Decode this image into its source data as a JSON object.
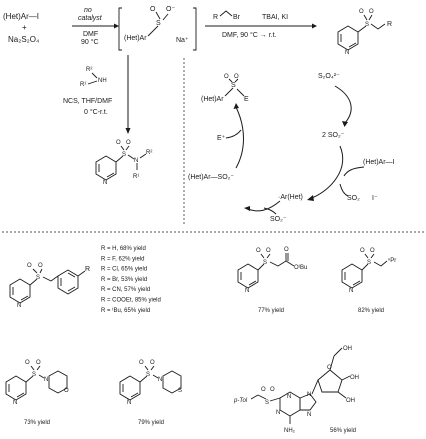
{
  "scheme": {
    "step1": {
      "reactant_a": "(Het)Ar—I",
      "plus": "+",
      "reactant_b": "Na₂S₂O₄",
      "catalyst": "no catalyst",
      "solvent": "DMF",
      "temp": "90 °C",
      "intermediate_ar": "(Het)Ar",
      "intermediate_s": "S",
      "intermediate_o": "O",
      "intermediate_ominus": "O⁻",
      "intermediate_na": "Na⁺"
    },
    "step2": {
      "reagent": "R⁀Br",
      "r_label": "R",
      "br_label": "Br",
      "additive": "TBAI, KI",
      "conditions": "DMF, 90 °C → r.t.",
      "product_r": "R"
    },
    "step3": {
      "amine_r2": "R²",
      "amine_nh": "NH",
      "amine_r1": "R¹",
      "conditions_1": "NCS, THF/DMF",
      "conditions_2": "0 °C-r.t.",
      "product_r2": "R²",
      "product_r1": "R¹",
      "product_n": "N"
    },
    "mechanism": {
      "top_ar": "(Het)Ar",
      "top_e": "E",
      "s2o4": "S₂O₄²⁻",
      "so2_radical": "2 SO₂⁻",
      "hetar_i": "(Het)Ar—I",
      "so2_out": "SO₂",
      "iodide": "I⁻",
      "ar_radical": "·Ar(Het)",
      "so2_in": "SO₂⁻",
      "sulfinate": "(Het)Ar—SO₂⁻",
      "electrophile": "E⁺"
    },
    "substrates": {
      "series_r_label": "R",
      "series": [
        {
          "r": "H",
          "yield": "68% yield"
        },
        {
          "r": "F",
          "yield": "62% yield"
        },
        {
          "r": "Cl",
          "yield": "65% yield"
        },
        {
          "r": "Br",
          "yield": "53% yield"
        },
        {
          "r": "CN",
          "yield": "57% yield"
        },
        {
          "r": "COOEt",
          "yield": "85% yield"
        },
        {
          "r": "ᵗBu",
          "yield": "65% yield"
        }
      ],
      "ester_label": "OᵗBu",
      "ester_yield": "77% yield",
      "npr_label": "ⁿPr",
      "npr_yield": "82% yield",
      "morpholine_yield": "73% yield",
      "thiomorpholine_yield": "79% yield",
      "nucleoside_ptol": "p-Tol",
      "nucleoside_nh2": "NH₂",
      "nucleoside_oh": "OH",
      "nucleoside_yield": "56% yield"
    }
  }
}
